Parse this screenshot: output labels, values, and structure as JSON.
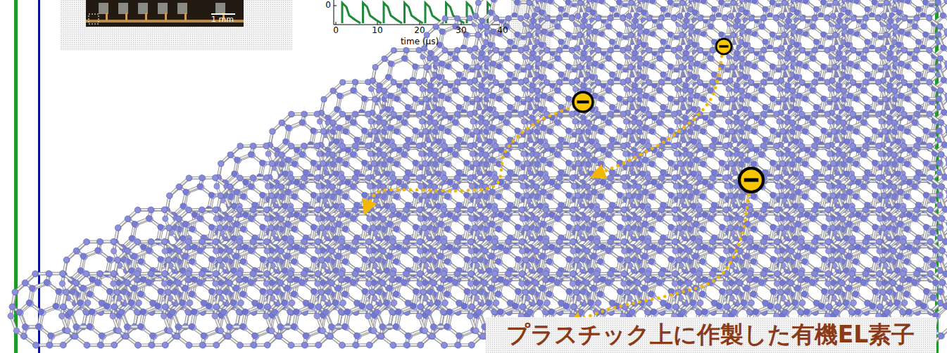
{
  "diagram": {
    "labels": [
      "1 mm",
      "0",
      "0",
      "10",
      "20",
      "30",
      "40",
      "time (μs)",
      "プラスチック上に作製した有機EL素子"
    ]
  }
}
